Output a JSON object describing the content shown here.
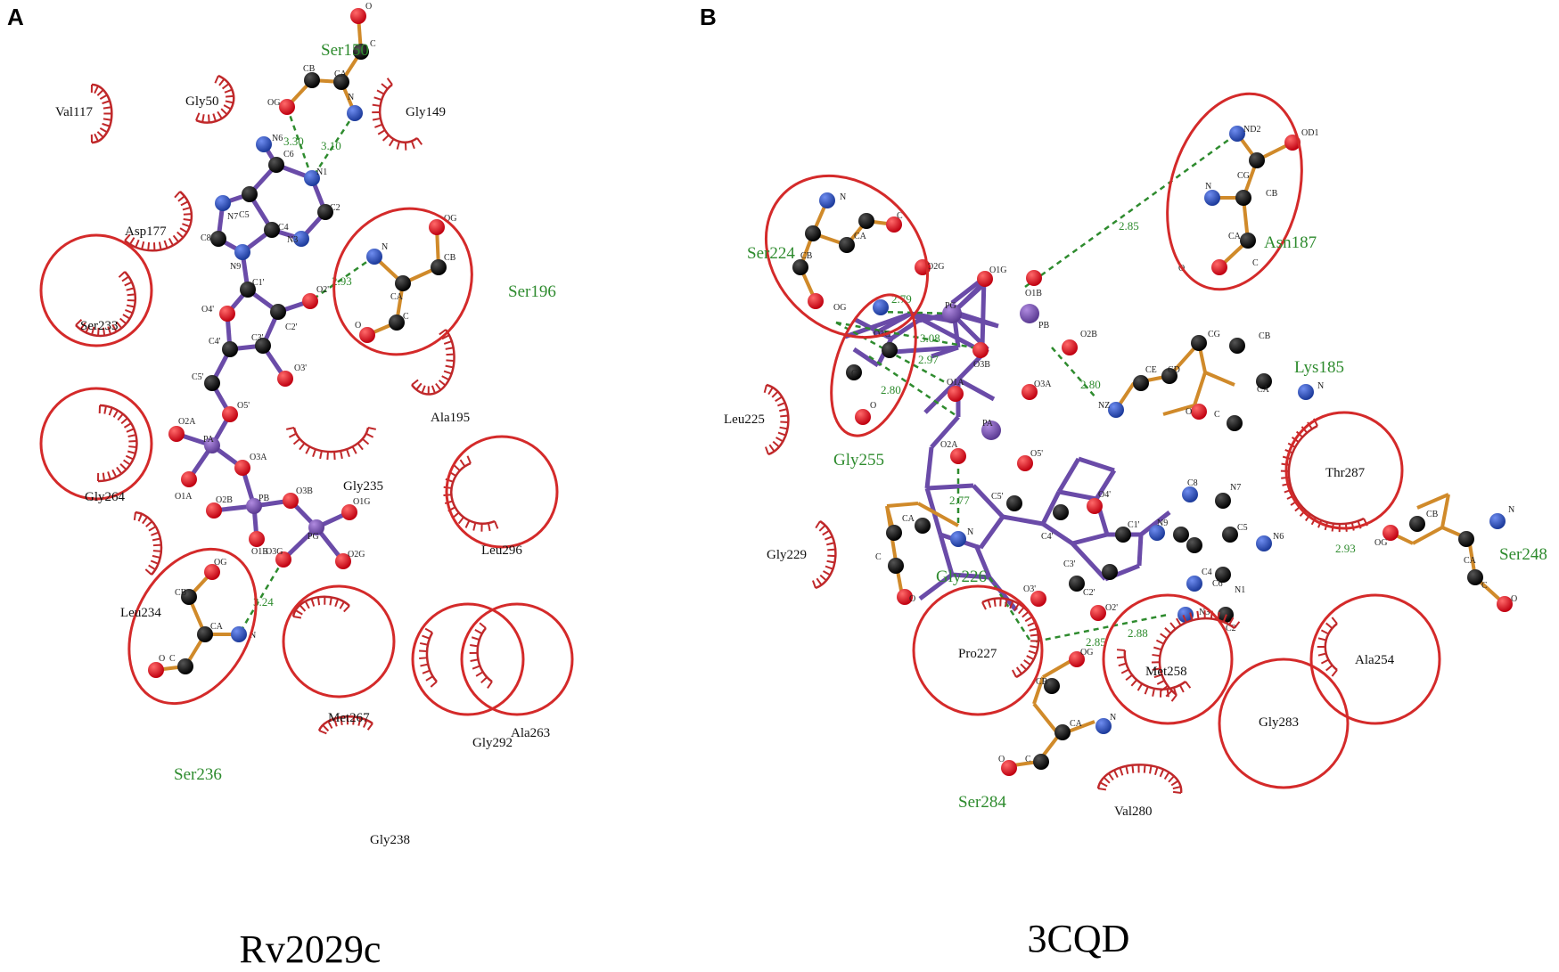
{
  "panels": [
    {
      "id": "A",
      "label": "A",
      "caption": "Rv2029c"
    },
    {
      "id": "B",
      "label": "B",
      "caption": "3CQD"
    }
  ],
  "residues_A": {
    "black": [
      "Val117",
      "Gly50",
      "Gly149",
      "Asp177",
      "Ser233",
      "Ala195",
      "Gly235",
      "Gly264",
      "Leu296",
      "Leu234",
      "Met267",
      "Gly292",
      "Ala263",
      "Gly238"
    ],
    "green": [
      "Ser150",
      "Ser196",
      "Ser236"
    ]
  },
  "residues_B": {
    "black": [
      "Leu225",
      "Thr287",
      "Gly229",
      "Pro227",
      "Met258",
      "Ala254",
      "Gly283",
      "Val280"
    ],
    "green": [
      "Ser224",
      "Asn187",
      "Lys185",
      "Gly255",
      "Ser248",
      "Gly226",
      "Ser284"
    ]
  },
  "distances_A": [
    "3.30",
    "3.10",
    "2.93",
    "3.24"
  ],
  "distances_B": [
    "2.85",
    "2.79",
    "3.08",
    "2.97",
    "2.80",
    "2.80",
    "2.77",
    "2.93",
    "2.85",
    "2.88"
  ],
  "atoms": {
    "N": "N",
    "N1": "N1",
    "N3": "N3",
    "N6": "N6",
    "N7": "N7",
    "N9": "N9",
    "NZ": "NZ",
    "ND2": "ND2",
    "C": "C",
    "CA": "CA",
    "CB": "CB",
    "CG": "CG",
    "CD": "CD",
    "CE": "CE",
    "C1p": "C1'",
    "C2p": "C2'",
    "C3p": "C3'",
    "C4p": "C4'",
    "C5p": "C5'",
    "C2": "C2",
    "C4": "C4",
    "C5": "C5",
    "C6": "C6",
    "C8": "C8",
    "O": "O",
    "OG": "OG",
    "OD1": "OD1",
    "O2p": "O2'",
    "O3p": "O3'",
    "O4p": "O4'",
    "O5p": "O5'",
    "O1A": "O1A",
    "O2A": "O2A",
    "O3A": "O3A",
    "O1B": "O1B",
    "O2B": "O2B",
    "O3B": "O3B",
    "O1G": "O1G",
    "O2G": "O2G",
    "O3G": "O3G",
    "PA": "PA",
    "PB": "PB",
    "PG": "PG"
  },
  "colors": {
    "oxygen": "#e0141c",
    "nitrogen": "#2b4fbf",
    "carbon": "#000000",
    "phosphorus": "#7d4fb0",
    "ligand_bond": "#6a4ba8",
    "residue_bond": "#d08a2a",
    "hbond": "#2e8b2e",
    "ring": "#d42a2a",
    "hydrophobic": "#c0282a"
  }
}
